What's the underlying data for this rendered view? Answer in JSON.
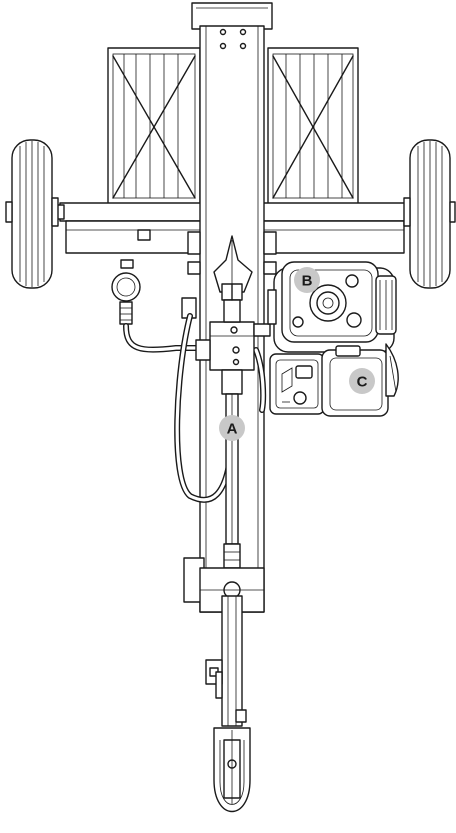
{
  "callouts": {
    "a": "A",
    "b": "B",
    "c": "C"
  },
  "colors": {
    "line": "#1a1a1a",
    "callout_fill": "#c8c8c8",
    "background": "#ffffff"
  }
}
